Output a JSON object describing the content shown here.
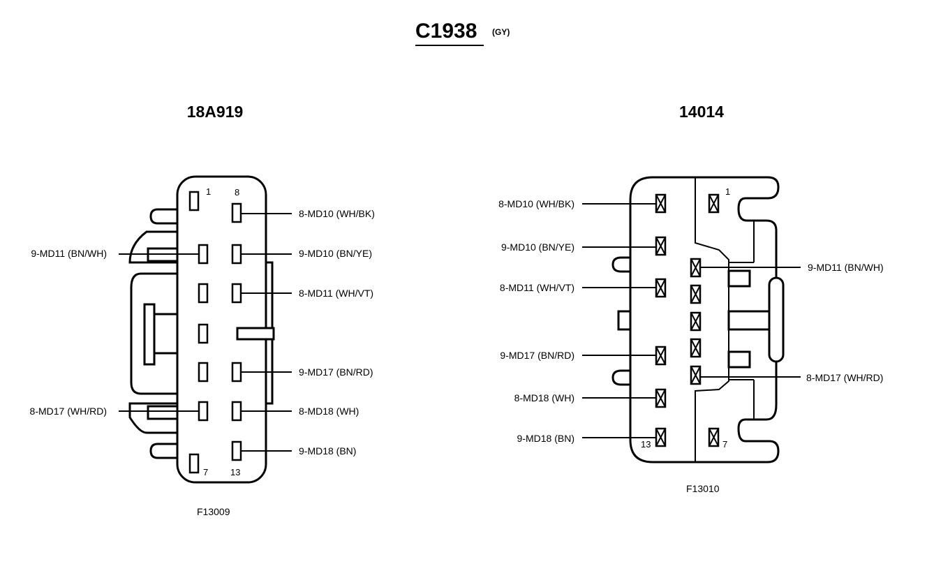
{
  "title": {
    "code": "C1938",
    "color_code": "(GY)"
  },
  "left": {
    "part_number": "18A919",
    "figure_id": "F13009",
    "pin_numbers": [
      "1",
      "8",
      "7",
      "13"
    ],
    "labels": [
      "8-MD10 (WH/BK)",
      "9-MD11 (BN/WH)",
      "9-MD10 (BN/YE)",
      "8-MD11 (WH/VT)",
      "9-MD17 (BN/RD)",
      "8-MD17 (WH/RD)",
      "8-MD18 (WH)",
      "9-MD18 (BN)"
    ]
  },
  "right": {
    "part_number": "14014",
    "figure_id": "F13010",
    "pin_numbers": [
      "1",
      "13",
      "7"
    ],
    "labels": [
      "8-MD10 (WH/BK)",
      "9-MD10 (BN/YE)",
      "9-MD11 (BN/WH)",
      "8-MD11 (WH/VT)",
      "9-MD17 (BN/RD)",
      "8-MD17 (WH/RD)",
      "8-MD18 (WH)",
      "9-MD18 (BN)"
    ]
  }
}
